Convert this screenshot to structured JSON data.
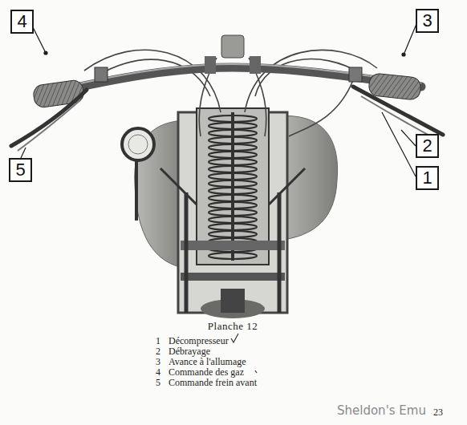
{
  "diagram": {
    "caption": "Planche 12",
    "nodes": [
      {
        "text": [
          "4"
        ]
      },
      {
        "text": [
          "3"
        ]
      },
      {
        "text": [
          "2"
        ]
      },
      {
        "text": [
          "5"
        ]
      },
      {
        "text": [
          "1"
        ]
      }
    ],
    "labels": [
      "1",
      "Décompresseur",
      "2",
      "Débrayage",
      "3",
      "Avance à l'allumage",
      "4",
      "Commande des gaz",
      "5",
      "Commande frein avant",
      "23",
      "Sheldon's Emu"
    ]
  }
}
